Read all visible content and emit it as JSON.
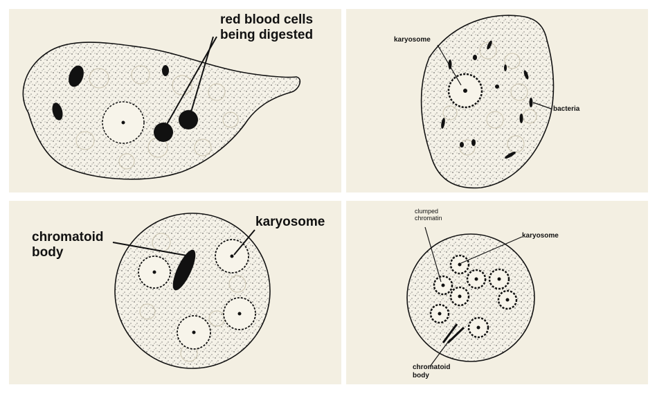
{
  "panels": {
    "trophozoite": {
      "label_rbc": [
        "red blood cells",
        "being digested"
      ]
    },
    "trophozoite_bacteria": {
      "label_karyosome": "karyosome",
      "label_bacteria": "bacteria"
    },
    "cyst_immature": {
      "label_chromatoid": [
        "chromatoid",
        "body"
      ],
      "label_karyosome": "karyosome"
    },
    "cyst_mature": {
      "label_clumped": [
        "clumped",
        "chromatin"
      ],
      "label_karyosome": "karyosome",
      "label_chromatoid": [
        "chromatoid",
        "body"
      ]
    }
  },
  "colors": {
    "panel_background": "#f3efe2",
    "cytoplasm": "#f5f2e8",
    "outline": "#111111"
  }
}
